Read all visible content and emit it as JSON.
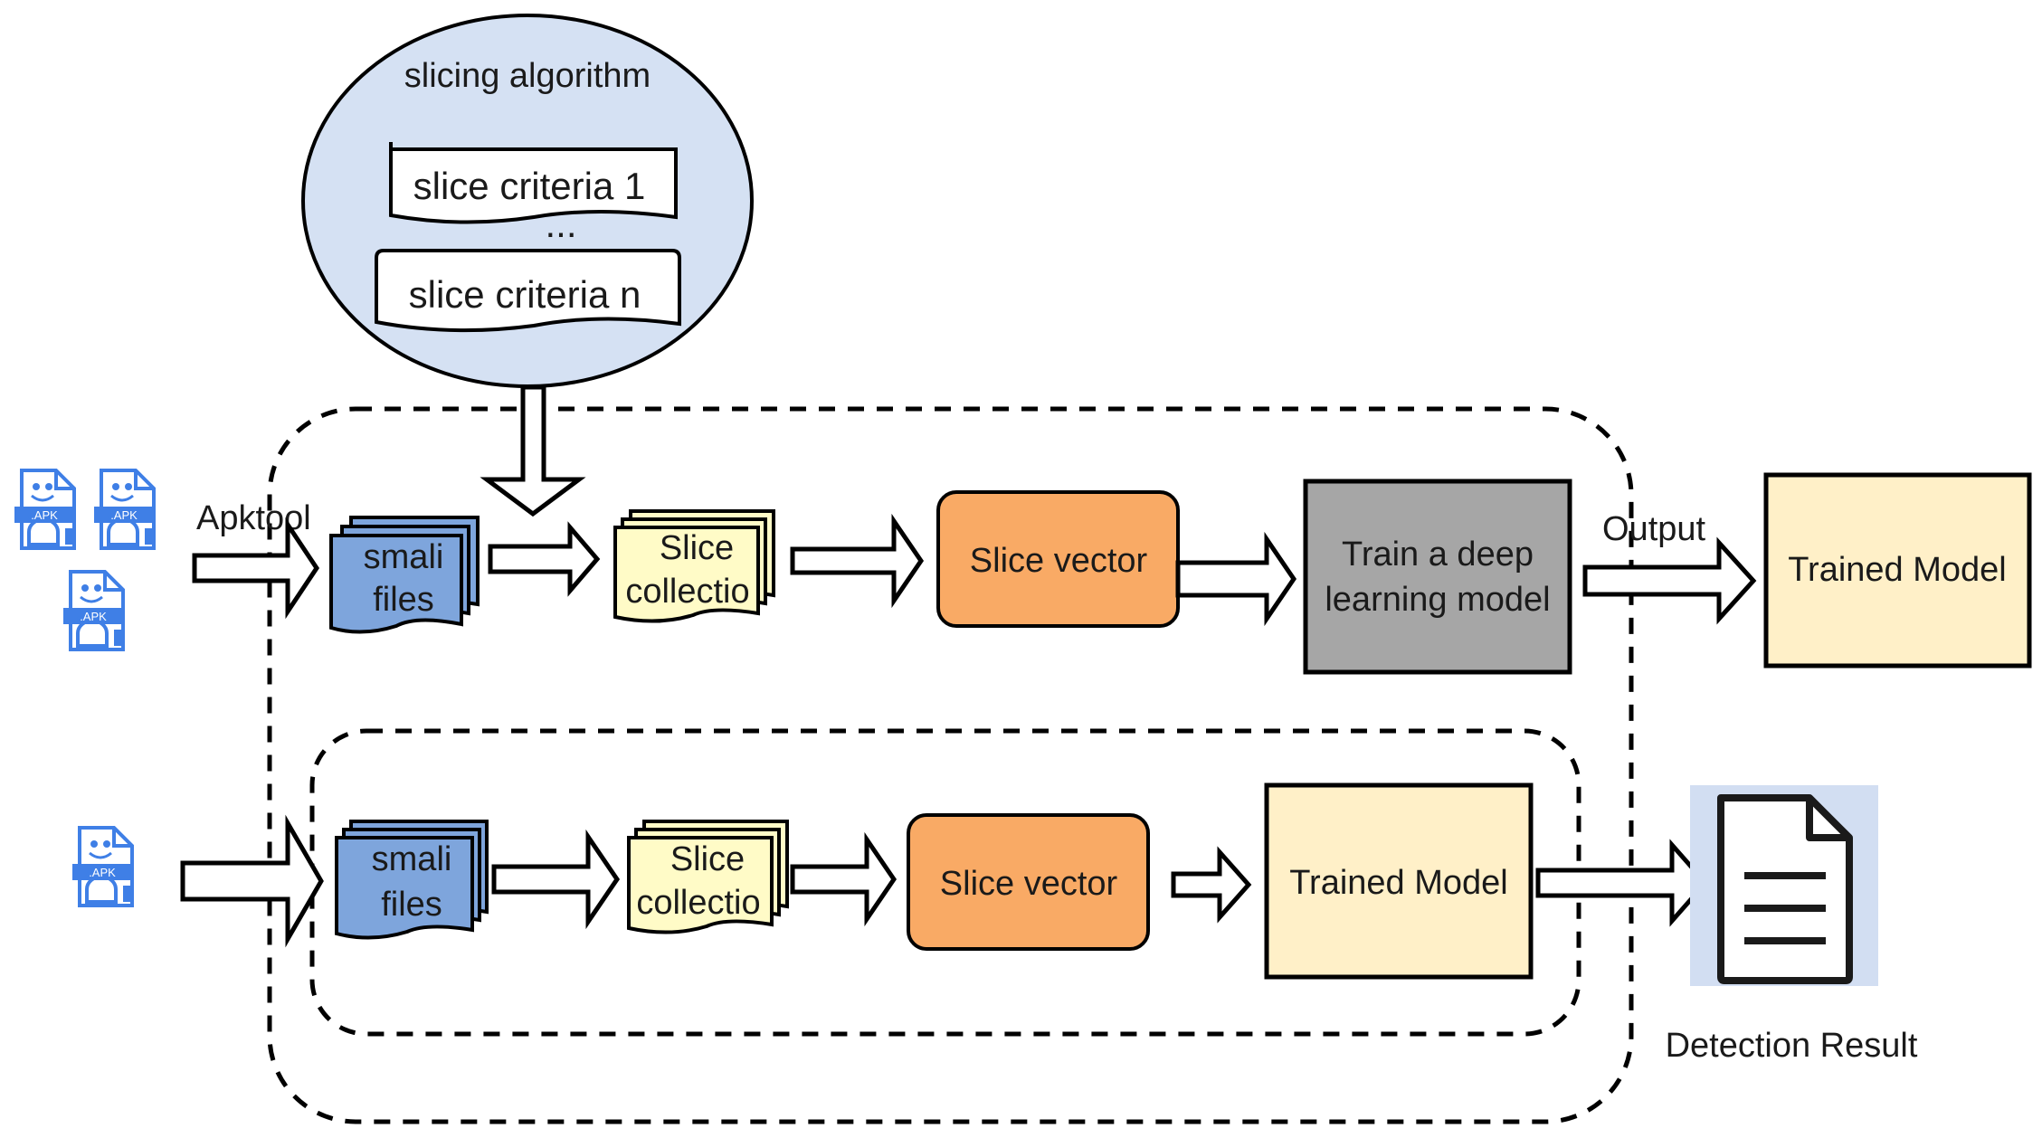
{
  "slicing": {
    "title": "slicing algorithm",
    "criteria_first": "slice criteria 1",
    "ellipsis": "...",
    "criteria_last": "slice criteria n"
  },
  "training": {
    "apktool_label": "Apktool",
    "smali_line1": "smali",
    "smali_line2": "files",
    "collection_line1": "Slice",
    "collection_line2": "collectio",
    "slice_vector": "Slice vector",
    "train_line1": "Train a deep",
    "train_line2": "learning model",
    "output_label": "Output",
    "trained_model": "Trained Model"
  },
  "detection": {
    "smali_line1": "smali",
    "smali_line2": "files",
    "collection_line1": "Slice",
    "collection_line2": "collectio",
    "slice_vector": "Slice vector",
    "trained_model": "Trained Model",
    "result_label": "Detection Result"
  },
  "apk_icons": [
    ".APK",
    ".APK",
    ".APK",
    ".APK"
  ],
  "colors": {
    "ellipse_fill": "#d5e1f3",
    "smali_fill": "#7ea5dc",
    "collection_fill": "#fffbc7",
    "vector_fill": "#f9aa65",
    "train_fill": "#a6a6a6",
    "model_fill": "#fff0c8",
    "apk_blue": "#3f7fe6",
    "result_bg": "#d2def2"
  }
}
